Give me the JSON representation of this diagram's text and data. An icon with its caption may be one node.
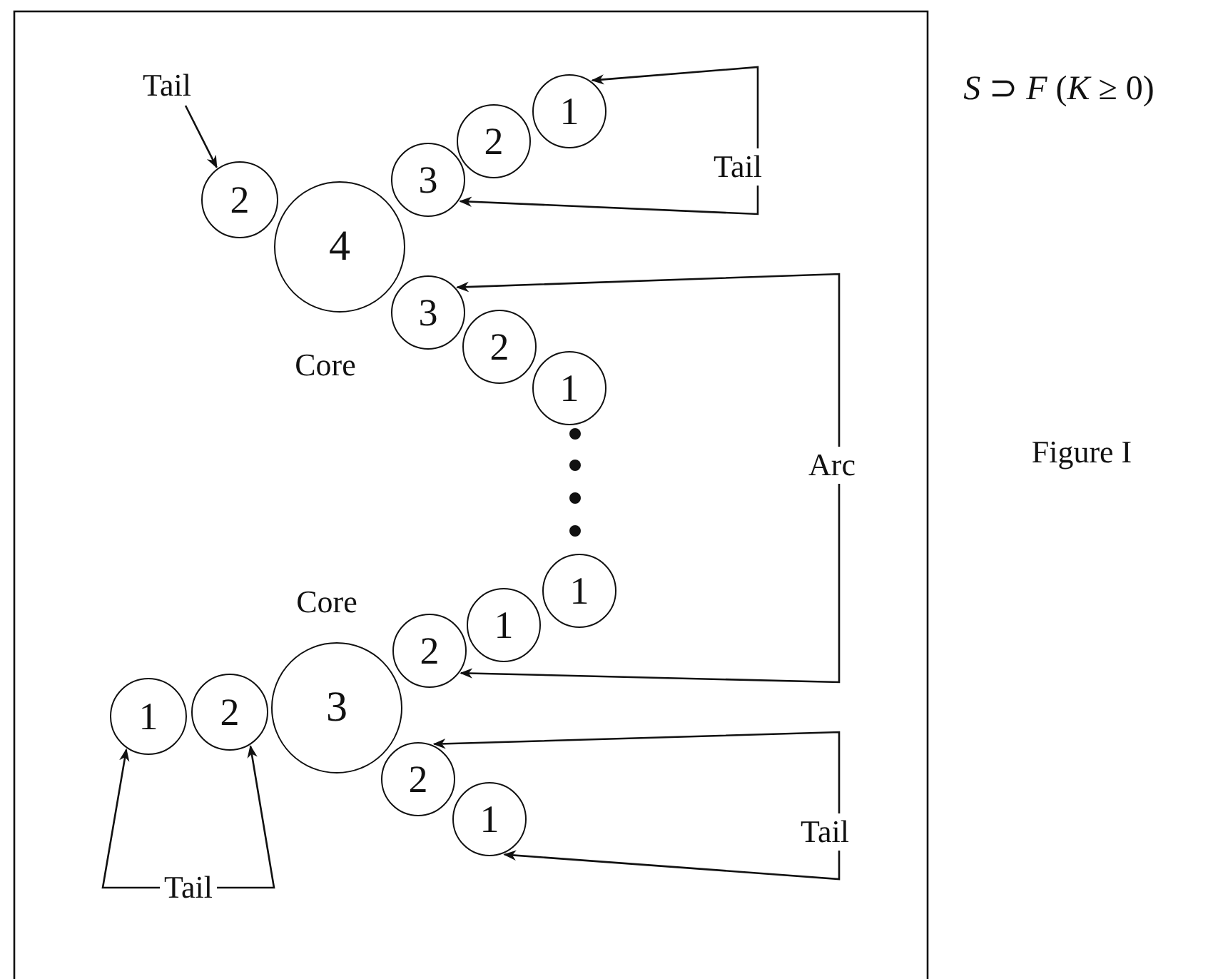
{
  "diagram": {
    "nodes": [
      {
        "text": [
          "Tail"
        ]
      },
      {
        "text": [
          "1"
        ]
      },
      {
        "text": [
          "2"
        ]
      },
      {
        "text": [
          "3"
        ]
      },
      {
        "text": [
          "Tail"
        ]
      },
      {
        "text": [
          "2"
        ]
      },
      {
        "text": [
          "4"
        ],
        "beside": [
          "Core"
        ]
      },
      {
        "text": [
          "3"
        ]
      },
      {
        "text": [
          "2"
        ]
      },
      {
        "text": [
          "1"
        ]
      },
      {
        "text": [
          "Arc"
        ]
      },
      {
        "text": [
          "1"
        ]
      },
      {
        "text": [
          "1"
        ]
      },
      {
        "text": [
          "2"
        ]
      },
      {
        "text": [
          "1"
        ]
      },
      {
        "text": [
          "2"
        ]
      },
      {
        "text": [
          "3"
        ],
        "beside": [
          "Core"
        ]
      },
      {
        "text": [
          "2"
        ]
      },
      {
        "text": [
          "1"
        ]
      },
      {
        "text": [
          "Tail"
        ]
      },
      {
        "text": [
          "Tail"
        ]
      }
    ],
    "edges": [
      {
        "from": 0,
        "to": 5,
        "arrow": "to"
      },
      {
        "from": 4,
        "to": 1,
        "arrow": "to"
      },
      {
        "from": 4,
        "to": 3,
        "arrow": "to"
      },
      {
        "from": 10,
        "to": 7,
        "arrow": "to"
      },
      {
        "from": 10,
        "to": 13,
        "arrow": "to"
      },
      {
        "from": 19,
        "to": 17,
        "arrow": "to"
      },
      {
        "from": 19,
        "to": 18,
        "arrow": "to"
      },
      {
        "from": 20,
        "to": 14,
        "arrow": "to"
      },
      {
        "from": 20,
        "to": 15,
        "arrow": "to"
      }
    ],
    "labels": [
      "*S* ⊃ *F* (*K* ≥ 0)",
      "Figure I"
    ]
  }
}
